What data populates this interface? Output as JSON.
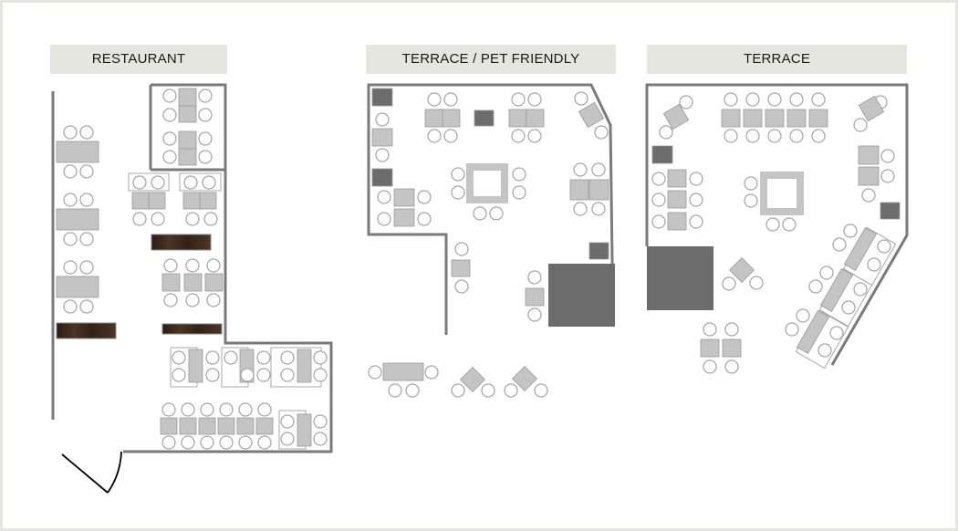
{
  "sections": {
    "restaurant": {
      "label": "RESTAURANT"
    },
    "terrace_pet_friendly": {
      "label": "TERRACE / PET FRIENDLY"
    },
    "terrace": {
      "label": "TERRACE"
    }
  },
  "colors": {
    "background": "#ffffff",
    "frame": "#e6e6e1",
    "label_background": "#e6e6e1",
    "wall": "#7a7a7a",
    "table": "#c4c4c4",
    "table_dark": "#6c6c6c",
    "chair_outline": "#a8a8a8",
    "bench": "#3e2a1f",
    "door": "#000000"
  }
}
